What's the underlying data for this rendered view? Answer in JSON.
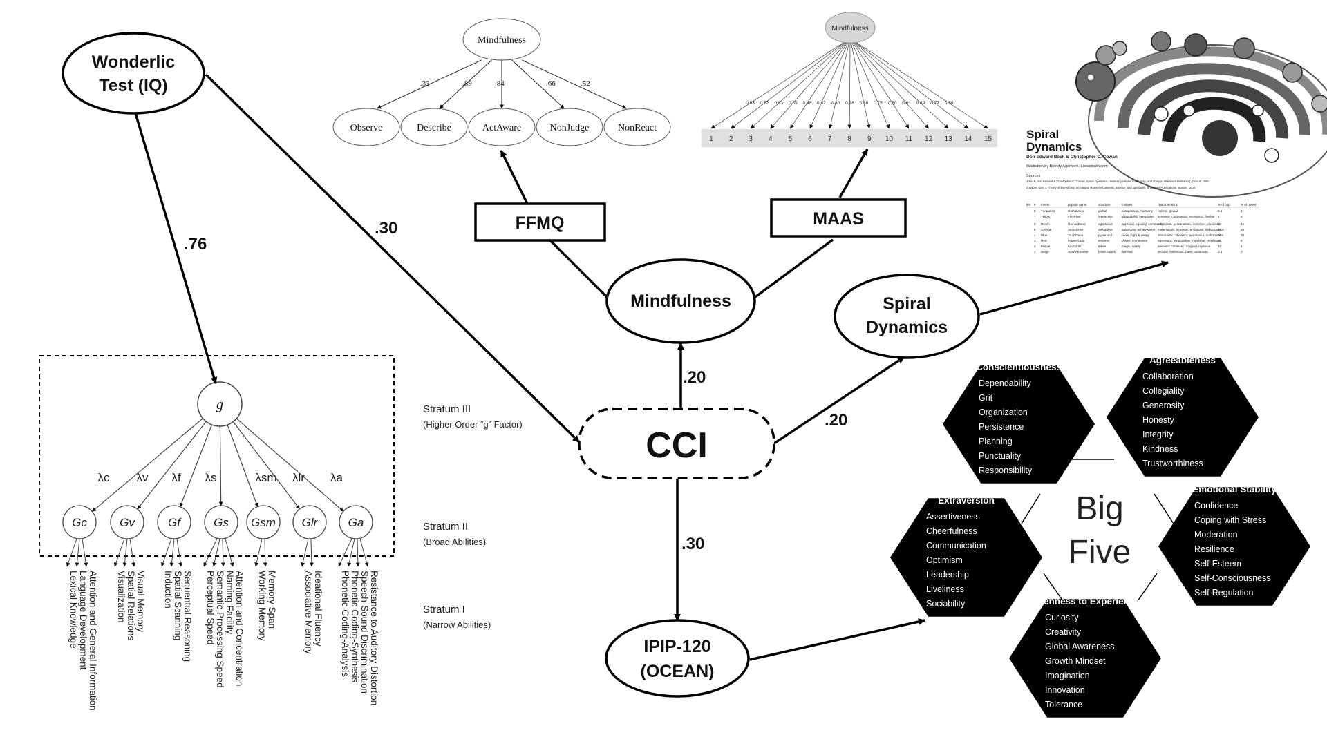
{
  "nodes": {
    "wonderlic_line1": "Wonderlic",
    "wonderlic_line2": "Test (IQ)",
    "cci": "CCI",
    "mindfulness": "Mindfulness",
    "spiral_line1": "Spiral",
    "spiral_line2": "Dynamics",
    "ipip_line1": "IPIP-120",
    "ipip_line2": "(OCEAN)",
    "ffmq": "FFMQ",
    "maas": "MAAS"
  },
  "edge_labels": {
    "wonderlic_g": ".76",
    "wonderlic_cci": ".30",
    "cci_mindfulness": ".20",
    "cci_spiral": ".20",
    "cci_ipip": ".30"
  },
  "strata": [
    {
      "title": "Stratum III",
      "subtitle": "(Higher Order “g” Factor)"
    },
    {
      "title": "Stratum II",
      "subtitle": "(Broad Abilities)"
    },
    {
      "title": "Stratum I",
      "subtitle": "(Narrow Abilities)"
    }
  ],
  "chc": {
    "g": "g",
    "lambdas": [
      "λc",
      "λv",
      "λf",
      "λs",
      "λsm",
      "λlr",
      "λa"
    ],
    "broad": [
      "Gc",
      "Gv",
      "Gf",
      "Gs",
      "Gsm",
      "Glr",
      "Ga"
    ],
    "narrow": [
      [
        "Lexical Knowledge",
        "Language Development",
        "Attention and General Information"
      ],
      [
        "Visualization",
        "Spatial Relations",
        "Visual Memory"
      ],
      [
        "Induction",
        "Spatial Scanning",
        "Sequential Reasoning"
      ],
      [
        "Perceptual Speed",
        "Semantic Processing Speed",
        "Naming Facility",
        "Attention and Concentration"
      ],
      [
        "Working Memory",
        "Memory Span"
      ],
      [
        "Associative Memory",
        "Ideational Fluency"
      ],
      [
        "Phonetic Coding-Analysis",
        "Phonetic Coding-Synthesis",
        "Speech-Sound Discrimination",
        "Resistance to Auditory Distortion"
      ]
    ]
  },
  "ffmq_model": {
    "root": "Mindfulness",
    "facets": [
      "Observe",
      "Describe",
      "ActAware",
      "NonJudge",
      "NonReact"
    ],
    "loadings": [
      ".33",
      ".89",
      ".84",
      ".66",
      ".52"
    ]
  },
  "maas_model": {
    "root": "Mindfulness",
    "items": [
      "1",
      "2",
      "3",
      "4",
      "5",
      "6",
      "7",
      "8",
      "9",
      "10",
      "11",
      "12",
      "13",
      "14",
      "15"
    ],
    "loadings": [
      "0.53",
      "0.52",
      "0.63",
      "0.55",
      "0.48",
      "0.37",
      "0.80",
      "0.78",
      "0.68",
      "0.75",
      "0.60",
      "0.61",
      "0.49",
      "0.77",
      "0.50"
    ]
  },
  "spiral_card": {
    "title_line1": "Spiral",
    "title_line2": "Dynamics",
    "authors": "Don Edward Beck & Christopher C. Cowan",
    "credit": "illustration by Brandy Agerbeck, Loosetooth.com",
    "sources_label": "Sources",
    "sources": [
      "1 Beck, Don Edward & Christopher C. Cowan, Spiral Dynamics: mastering values, leadership, and change. Blackwell Publishing, Oxford, 2006.",
      "2 Wilber, Ken. A Theory of Everything: an integral vision for business, science, and spirituality. Shambala Publications, Boston, 2000."
    ],
    "table_headers": [
      "tier",
      "#",
      "meme",
      "popular name",
      "structure",
      "motives",
      "characteristics",
      "% of pop.",
      "% of power"
    ],
    "rows": [
      [
        "8",
        "Turquoise",
        "GlobalView",
        "global",
        "compassion, harmony",
        "holistic, global",
        "0.1",
        "1"
      ],
      [
        "7",
        "Yellow",
        "FlexFlow",
        "interactive",
        "adaptability, integration",
        "systemic, conceptual, ecological, flexible",
        "1",
        "5"
      ],
      [
        "6",
        "Green",
        "HumanBond",
        "egalitarian",
        "approval, equality, community",
        "relativistic, personalistic, sensitive, pluralistic",
        "10",
        "15"
      ],
      [
        "5",
        "Orange",
        "StriveDrive",
        "delegative",
        "autonomy, achievement",
        "materialistic, strategic, ambitious, individualistic",
        "30",
        "50"
      ],
      [
        "4",
        "Blue",
        "TruthForce",
        "pyramidal",
        "order, right & wrong",
        "absolutistic, obedient, purposeful, authoritarian",
        "40",
        "30"
      ],
      [
        "3",
        "Red",
        "PowerGods",
        "empires",
        "power, dominance",
        "egocentric, exploitative, impulsive, rebellious",
        "20",
        "5"
      ],
      [
        "2",
        "Purple",
        "KinSpirits",
        "tribes",
        "magic, safety",
        "animistic, tribalistic, magical, mystical",
        "10",
        "1"
      ],
      [
        "1",
        "Beige",
        "SurvivalSense",
        "loose bands",
        "survival",
        "archaic, instinctive, basic, automatic",
        "0.1",
        "0"
      ]
    ]
  },
  "big_five": {
    "title_line1": "Big",
    "title_line2": "Five",
    "traits": [
      {
        "name": "Conscientiousness",
        "facets": [
          "Dependability",
          "Grit",
          "Organization",
          "Persistence",
          "Planning",
          "Punctuality",
          "Responsibility"
        ]
      },
      {
        "name": "Agreeableness",
        "facets": [
          "Collaboration",
          "Collegiality",
          "Generosity",
          "Honesty",
          "Integrity",
          "Kindness",
          "Trustworthiness"
        ]
      },
      {
        "name": "Extraversion",
        "facets": [
          "Assertiveness",
          "Cheerfulness",
          "Communication",
          "Optimism",
          "Leadership",
          "Liveliness",
          "Sociability"
        ]
      },
      {
        "name": "Emotional Stability",
        "facets": [
          "Confidence",
          "Coping with Stress",
          "Moderation",
          "Resilience",
          "Self-Esteem",
          "Self-Consciousness",
          "Self-Regulation"
        ]
      },
      {
        "name": "Openness to Experience",
        "facets": [
          "Curiosity",
          "Creativity",
          "Global Awareness",
          "Growth Mindset",
          "Imagination",
          "Innovation",
          "Tolerance"
        ]
      }
    ]
  }
}
